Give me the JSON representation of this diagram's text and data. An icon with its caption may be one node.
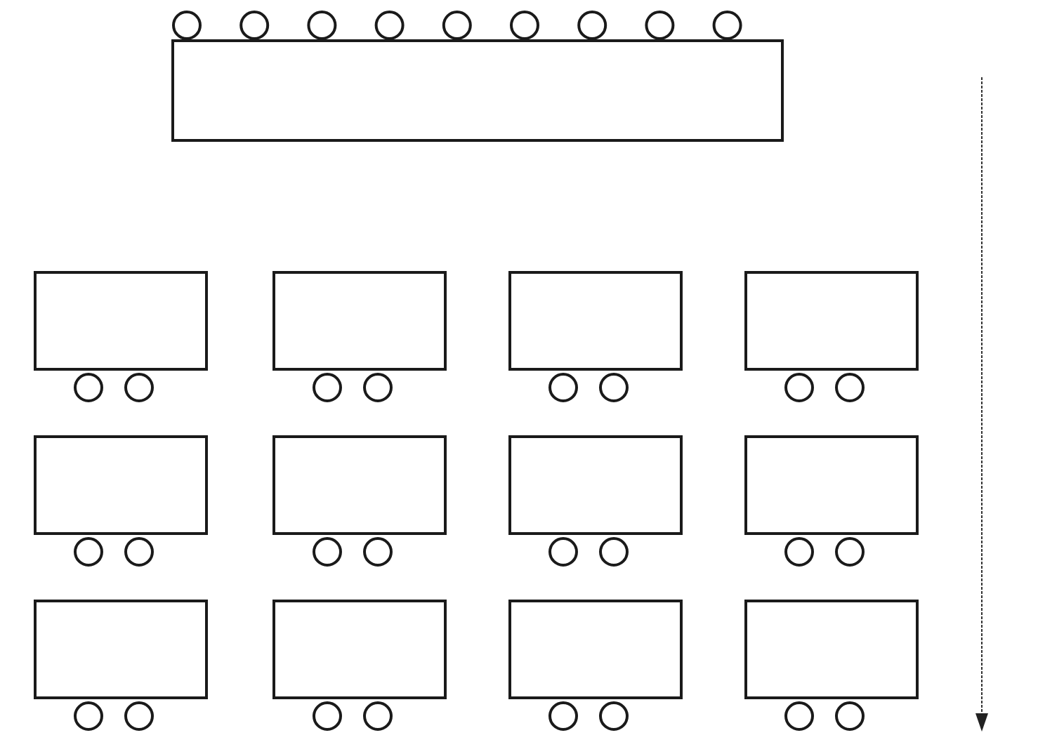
{
  "diagram": {
    "nodes": [
      {
        "text": [],
        "shape": "circle"
      },
      {
        "text": [],
        "shape": "circle"
      },
      {
        "text": [],
        "shape": "circle"
      },
      {
        "text": [],
        "shape": "circle"
      },
      {
        "text": [],
        "shape": "circle"
      },
      {
        "text": [],
        "shape": "circle"
      },
      {
        "text": [],
        "shape": "circle"
      },
      {
        "text": [],
        "shape": "circle"
      },
      {
        "text": [],
        "shape": "circle"
      },
      {
        "text": [],
        "shape": "box"
      },
      {
        "text": [],
        "shape": "box"
      },
      {
        "text": [],
        "shape": "box"
      },
      {
        "text": [],
        "shape": "box"
      },
      {
        "text": [],
        "shape": "box"
      },
      {
        "text": [],
        "shape": "circle"
      },
      {
        "text": [],
        "shape": "circle"
      },
      {
        "text": [],
        "shape": "circle"
      },
      {
        "text": [],
        "shape": "circle"
      },
      {
        "text": [],
        "shape": "circle"
      },
      {
        "text": [],
        "shape": "circle"
      },
      {
        "text": [],
        "shape": "circle"
      },
      {
        "text": [],
        "shape": "circle"
      },
      {
        "text": [],
        "shape": "box"
      },
      {
        "text": [],
        "shape": "box"
      },
      {
        "text": [],
        "shape": "box"
      },
      {
        "text": [],
        "shape": "box"
      },
      {
        "text": [],
        "shape": "circle"
      },
      {
        "text": [],
        "shape": "circle"
      },
      {
        "text": [],
        "shape": "circle"
      },
      {
        "text": [],
        "shape": "circle"
      },
      {
        "text": [],
        "shape": "circle"
      },
      {
        "text": [],
        "shape": "circle"
      },
      {
        "text": [],
        "shape": "circle"
      },
      {
        "text": [],
        "shape": "circle"
      },
      {
        "text": [],
        "shape": "box"
      },
      {
        "text": [],
        "shape": "box"
      },
      {
        "text": [],
        "shape": "box"
      },
      {
        "text": [],
        "shape": "box"
      },
      {
        "text": [],
        "shape": "circle"
      },
      {
        "text": [],
        "shape": "circle"
      },
      {
        "text": [],
        "shape": "circle"
      },
      {
        "text": [],
        "shape": "circle"
      },
      {
        "text": [],
        "shape": "circle"
      },
      {
        "text": [],
        "shape": "circle"
      },
      {
        "text": [],
        "shape": "circle"
      },
      {
        "text": [],
        "shape": "circle"
      }
    ]
  }
}
